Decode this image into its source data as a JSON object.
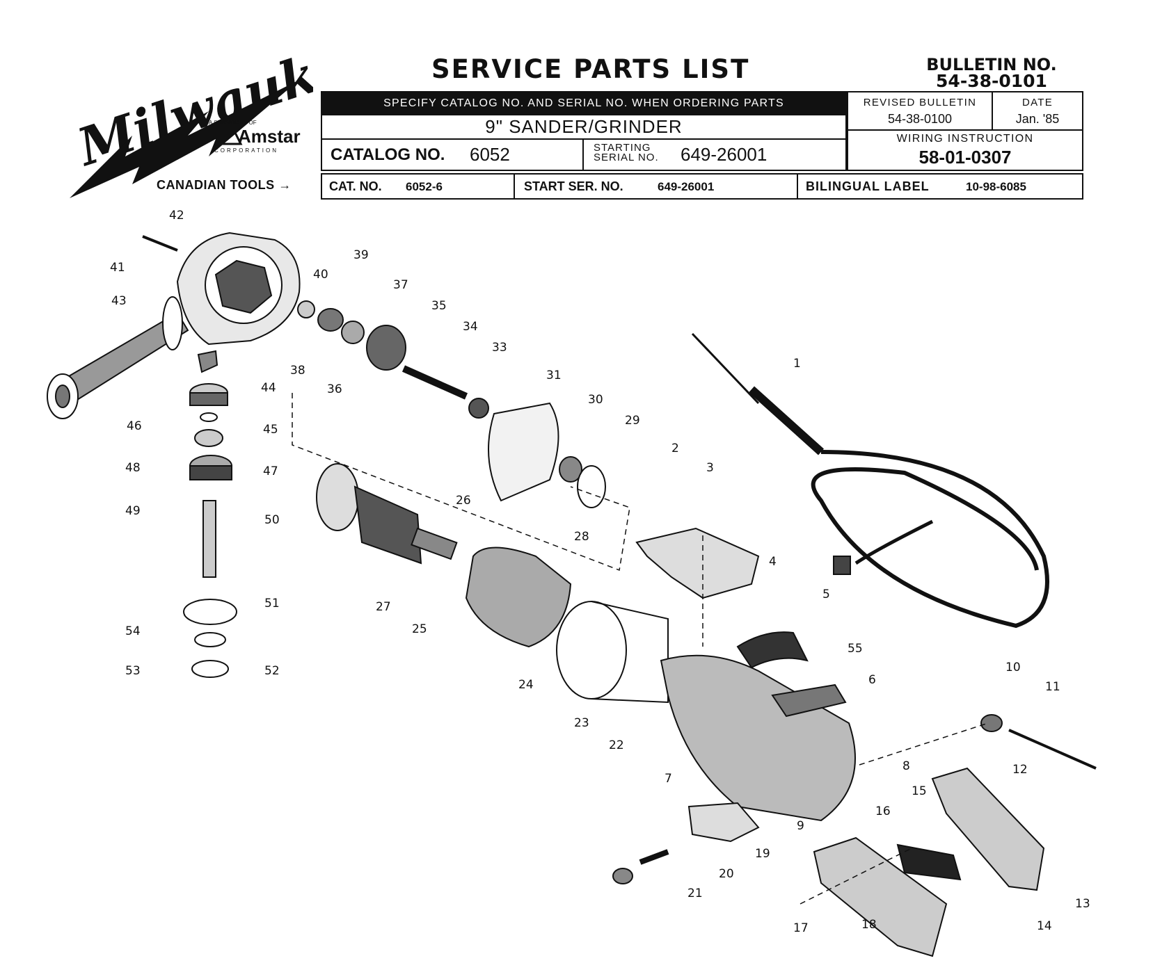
{
  "header": {
    "brand": "Milwaukee",
    "subsidiary_line": "A SUBSIDIARY OF",
    "parent_brand": "Amstar",
    "parent_sub": "CORPORATION",
    "title": "SERVICE PARTS LIST",
    "bulletin_label": "BULLETIN NO.",
    "bulletin_number": "54-38-0101"
  },
  "spec_bar": "SPECIFY CATALOG NO. AND SERIAL NO. WHEN ORDERING PARTS",
  "product_title": "9\" SANDER/GRINDER",
  "catalog": {
    "label": "CATALOG NO.",
    "value": "6052",
    "starting_label_1": "STARTING",
    "starting_label_2": "SERIAL NO.",
    "starting_value": "649-26001"
  },
  "revised": {
    "label": "REVISED BULLETIN",
    "value": "54-38-0100",
    "date_label": "DATE",
    "date_value": "Jan. '85",
    "wiring_label": "WIRING INSTRUCTION",
    "wiring_value": "58-01-0307"
  },
  "canadian": {
    "label": "CANADIAN TOOLS",
    "arrow": "→",
    "cat_label": "CAT. NO.",
    "cat_value": "6052-6",
    "start_label": "START SER. NO.",
    "start_value": "649-26001",
    "bilingual_label": "BILINGUAL LABEL",
    "bilingual_value": "10-98-6085"
  },
  "part_numbers": [
    "1",
    "2",
    "3",
    "4",
    "5",
    "6",
    "7",
    "8",
    "9",
    "10",
    "11",
    "12",
    "13",
    "14",
    "15",
    "16",
    "17",
    "18",
    "19",
    "20",
    "21",
    "22",
    "23",
    "24",
    "25",
    "26",
    "27",
    "28",
    "29",
    "30",
    "31",
    "33",
    "34",
    "35",
    "36",
    "37",
    "38",
    "39",
    "40",
    "41",
    "42",
    "43",
    "44",
    "45",
    "46",
    "47",
    "48",
    "49",
    "50",
    "51",
    "52",
    "53",
    "54",
    "55"
  ]
}
